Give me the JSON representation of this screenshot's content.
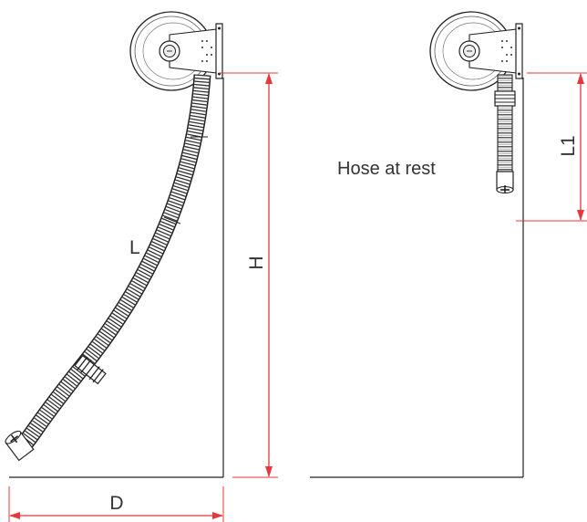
{
  "labels": {
    "length": "L",
    "height": "H",
    "distance": "D",
    "rest_length": "L1",
    "rest_caption": "Hose at rest"
  },
  "colors": {
    "dimension": "#e8373c",
    "line": "#222222",
    "text": "#333333"
  }
}
